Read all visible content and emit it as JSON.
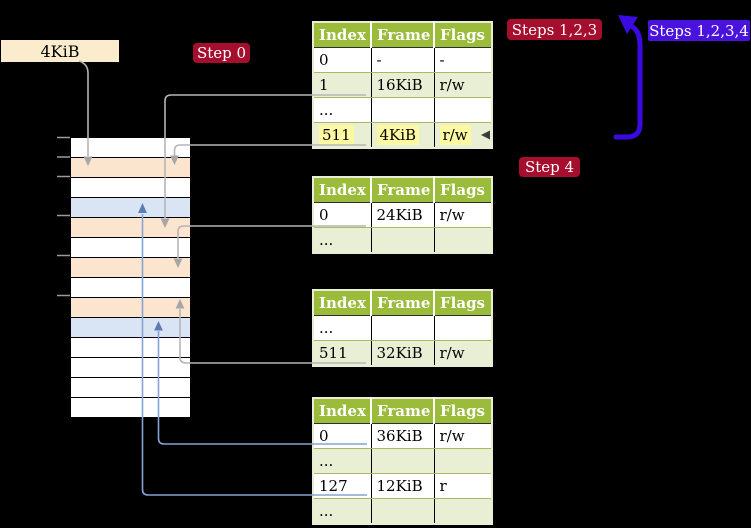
{
  "diagram": {
    "title_labels": {
      "cr3_frame": "4KiB",
      "step0": "Step 0",
      "steps123": "Steps 1,2,3",
      "steps1234": "Steps 1,2,3,4",
      "step4": "Step 4"
    },
    "colors": {
      "table_header_green": "#9bbb3b",
      "table_row_green": "#e8efd4",
      "highlight_yellow": "#fdf9a2",
      "memory_page_table_orange": "#fce5cf",
      "memory_mapped_frame_blue": "#d9e5f4",
      "cr3_label_cream": "#fbeccd",
      "step_label_red": "#a50f2d",
      "steps_label_blue": "#4912dd",
      "big_arrow_blue": "#3a0be0",
      "connector_gray": "#b5b5b5",
      "connector_blue_line": "#85a3d4",
      "connector_blue_head": "#5c7db4"
    },
    "memory": {
      "rows": [
        "empty",
        "page-table",
        "empty",
        "mapped",
        "page-table",
        "empty",
        "page-table",
        "empty",
        "page-table",
        "mapped",
        "empty",
        "empty",
        "empty",
        "empty"
      ]
    },
    "tables": [
      {
        "name": "page-table-level-4",
        "headers": [
          "Index",
          "Frame",
          "Flags"
        ],
        "rows": [
          {
            "cells": [
              "0",
              "-",
              "-"
            ],
            "shaded": false,
            "highlight": false
          },
          {
            "cells": [
              "1",
              "16KiB",
              "r/w"
            ],
            "shaded": true,
            "highlight": false
          },
          {
            "cells": [
              "...",
              "",
              ""
            ],
            "shaded": false,
            "highlight": false
          },
          {
            "cells": [
              "511",
              "4KiB",
              "r/w"
            ],
            "shaded": true,
            "highlight": true
          }
        ]
      },
      {
        "name": "page-table-level-3",
        "headers": [
          "Index",
          "Frame",
          "Flags"
        ],
        "rows": [
          {
            "cells": [
              "0",
              "24KiB",
              "r/w"
            ],
            "shaded": false,
            "highlight": false
          },
          {
            "cells": [
              "...",
              "",
              ""
            ],
            "shaded": true,
            "highlight": false
          }
        ]
      },
      {
        "name": "page-table-level-2",
        "headers": [
          "Index",
          "Frame",
          "Flags"
        ],
        "rows": [
          {
            "cells": [
              "...",
              "",
              ""
            ],
            "shaded": false,
            "highlight": false
          },
          {
            "cells": [
              "511",
              "32KiB",
              "r/w"
            ],
            "shaded": true,
            "highlight": false
          }
        ]
      },
      {
        "name": "page-table-level-1",
        "headers": [
          "Index",
          "Frame",
          "Flags"
        ],
        "rows": [
          {
            "cells": [
              "0",
              "36KiB",
              "r/w"
            ],
            "shaded": false,
            "highlight": false
          },
          {
            "cells": [
              "...",
              "",
              ""
            ],
            "shaded": true,
            "highlight": false
          },
          {
            "cells": [
              "127",
              "12KiB",
              "r"
            ],
            "shaded": false,
            "highlight": false
          },
          {
            "cells": [
              "...",
              "",
              ""
            ],
            "shaded": true,
            "highlight": false
          }
        ]
      }
    ]
  }
}
